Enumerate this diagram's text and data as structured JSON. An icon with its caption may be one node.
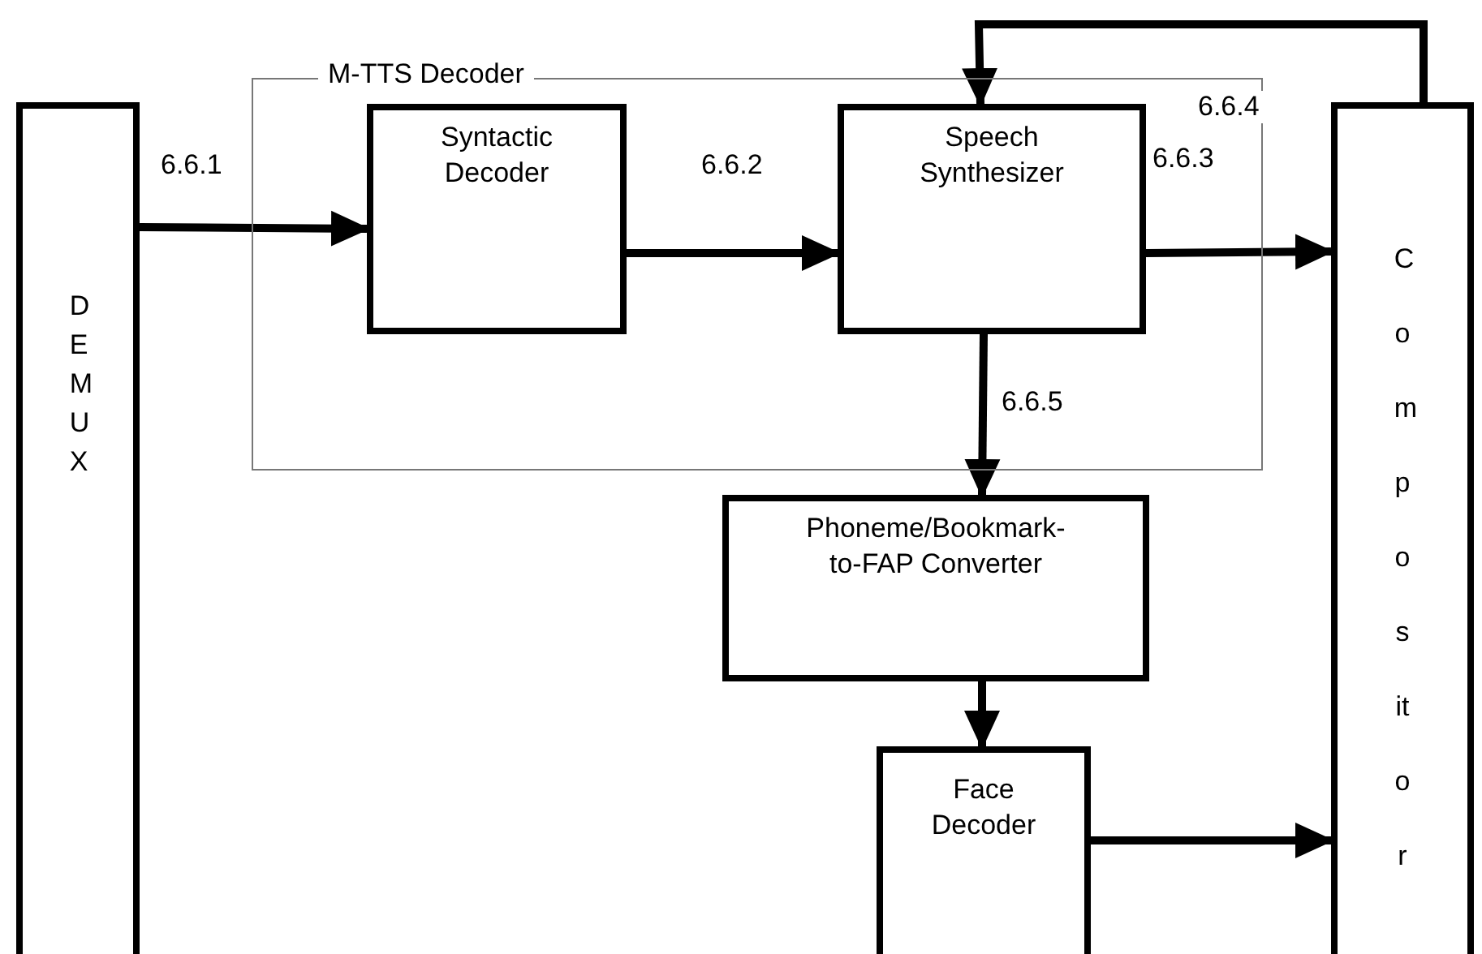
{
  "diagram": {
    "nodes": [
      {
        "text": [
          "DEMUX"
        ]
      },
      {
        "text": [
          "M-TTS Decoder"
        ]
      },
      {
        "text": [
          "Syntactic Decoder"
        ],
        "in": 1
      },
      {
        "text": [
          "Speech Synthesizer"
        ],
        "in": 1
      },
      {
        "text": [
          "Compositor"
        ]
      },
      {
        "text": [
          "Phoneme/Bookmark-to-FAP Converter"
        ]
      },
      {
        "text": [
          "Face Decoder"
        ]
      }
    ],
    "edges": [
      {
        "from": 0,
        "to": 2,
        "arrow": "to",
        "label": "6.6.1"
      },
      {
        "from": 2,
        "to": 3,
        "arrow": "to",
        "label": "6.6.2"
      },
      {
        "from": 3,
        "to": 4,
        "arrow": "to",
        "label": "6.6.3"
      },
      {
        "from": 4,
        "to": 3,
        "arrow": "to",
        "label": "6.6.4"
      },
      {
        "from": 3,
        "to": 5,
        "arrow": "to",
        "label": "6.6.5"
      },
      {
        "from": 5,
        "to": 6,
        "arrow": "to"
      },
      {
        "from": 6,
        "to": 4,
        "arrow": "to"
      }
    ]
  }
}
